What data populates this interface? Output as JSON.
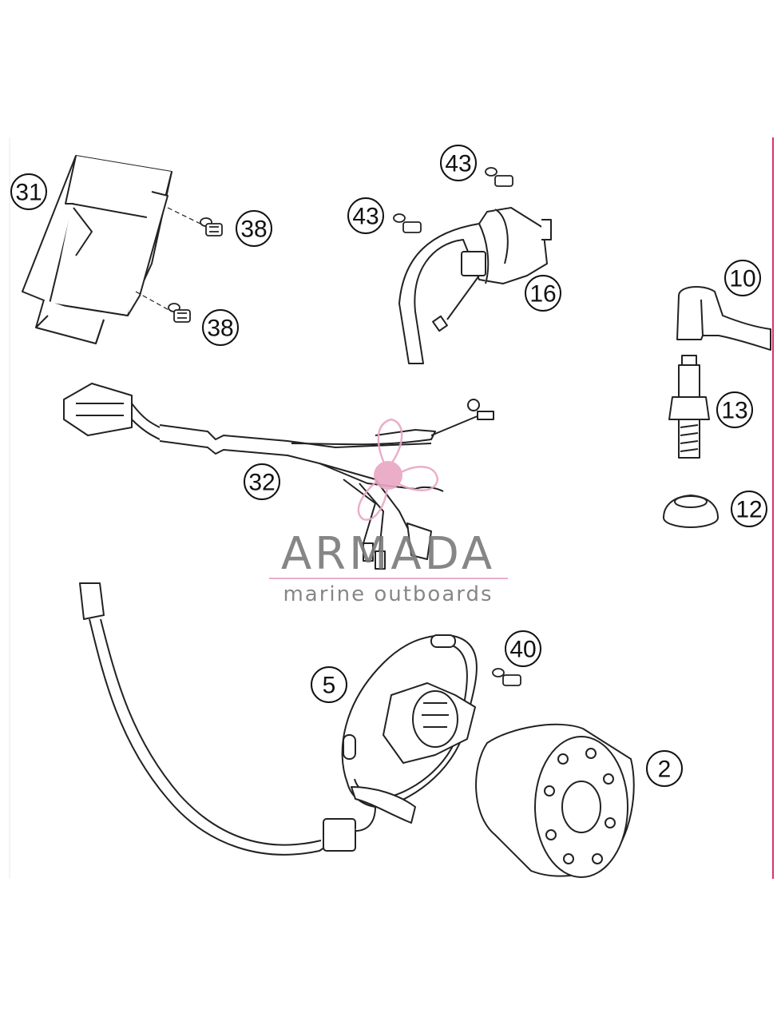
{
  "callouts": {
    "p31": "31",
    "p38a": "38",
    "p38b": "38",
    "p43a": "43",
    "p43b": "43",
    "p16": "16",
    "p10": "10",
    "p13": "13",
    "p12": "12",
    "p32": "32",
    "p5": "5",
    "p40": "40",
    "p2": "2"
  },
  "watermark": {
    "name": "ARMADA",
    "tagline": "marine outboards",
    "accent_color": "#e8a6c4",
    "text_color": "#7a7a7a"
  },
  "colors": {
    "line": "#222222",
    "fill": "#ffffff",
    "border_accent": "#d6336c"
  }
}
